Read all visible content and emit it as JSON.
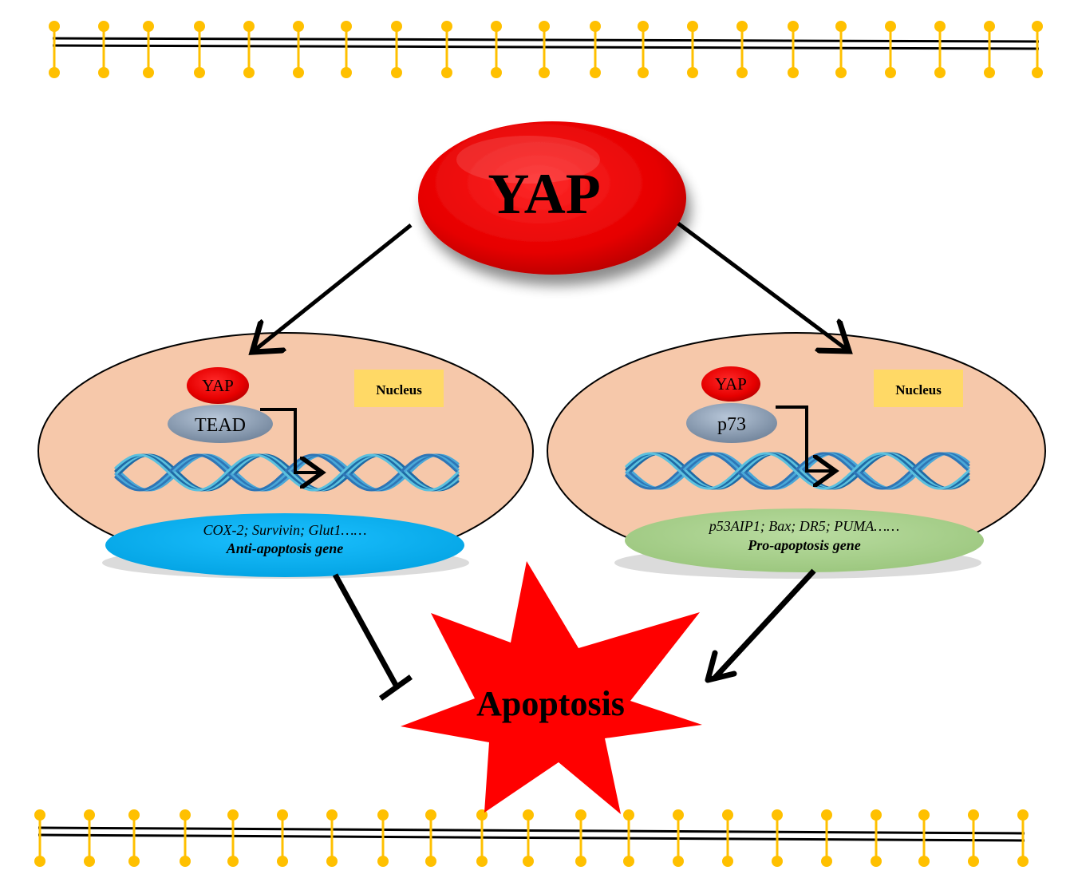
{
  "colors": {
    "yap_red": "#ff0000",
    "nucleus_fill": "#f6c8aa",
    "tead_gray": "#8ea1b7",
    "anti_blue": "#00b0f0",
    "pro_green": "#a9d18e",
    "nucleus_label_bg": "#ffd966",
    "membrane_gold": "#ffc000",
    "dna_blue": "#2e75b6",
    "dna_light": "#5bc0de",
    "apoptosis_red": "#ff0000"
  },
  "main": {
    "yap_label": "YAP",
    "apoptosis_label": "Apoptosis"
  },
  "left_nucleus": {
    "nucleus_label": "Nucleus",
    "yap_label": "YAP",
    "partner_label": "TEAD",
    "genes_text": "COX-2; Survivin; Glut1……",
    "gene_type": "Anti-apoptosis gene"
  },
  "right_nucleus": {
    "nucleus_label": "Nucleus",
    "yap_label": "YAP",
    "partner_label": "p73",
    "genes_text": "p53AIP1; Bax; DR5; PUMA……",
    "gene_type": "Pro-apoptosis gene"
  }
}
